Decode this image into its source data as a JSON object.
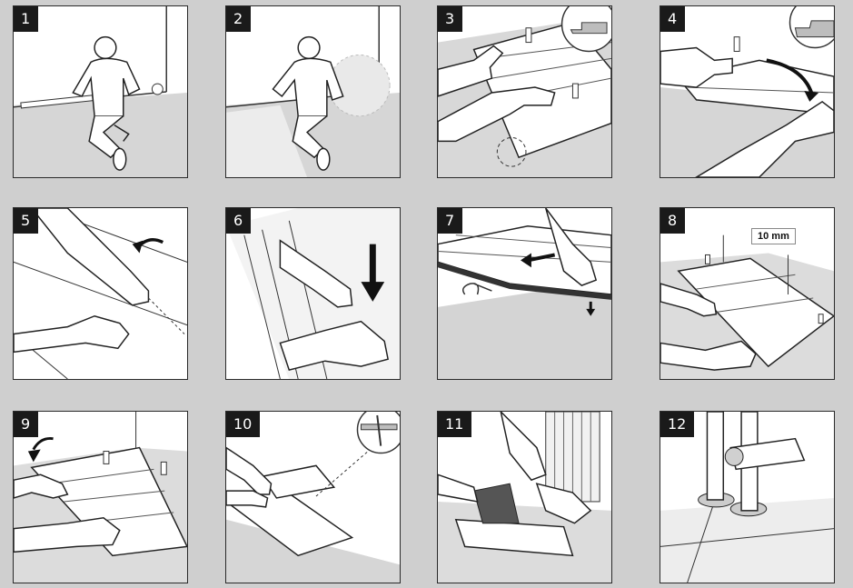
{
  "steps": [
    {
      "number": "1"
    },
    {
      "number": "2"
    },
    {
      "number": "3"
    },
    {
      "number": "4"
    },
    {
      "number": "5"
    },
    {
      "number": "6"
    },
    {
      "number": "7"
    },
    {
      "number": "8",
      "callout": "10 mm"
    },
    {
      "number": "9"
    },
    {
      "number": "10"
    },
    {
      "number": "11"
    },
    {
      "number": "12"
    }
  ]
}
